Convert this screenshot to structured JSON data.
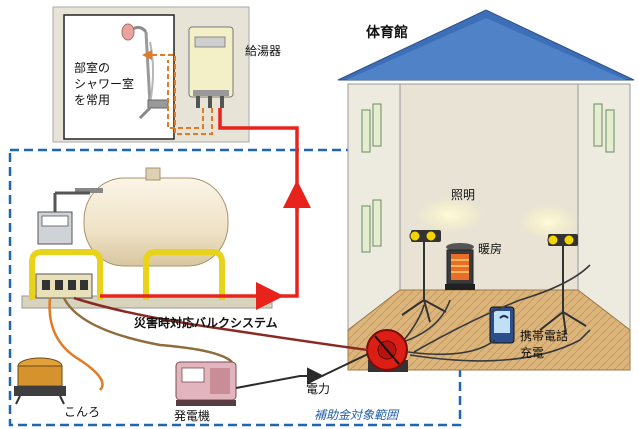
{
  "labels": {
    "gymnasium": "体育館",
    "water_heater": "給湯器",
    "room_line1": "部室の",
    "room_line2": "シャワー室",
    "room_line3": "を常用",
    "lighting": "照明",
    "heating": "暖房",
    "phone_line1": "携帯電話",
    "phone_line2": "充電",
    "system": "災害時対応バルクシステム",
    "power": "電力",
    "stove": "こんろ",
    "generator": "発電機",
    "subsidy_scope": "補助金対象範囲"
  },
  "colors": {
    "gas_line": "#e8231c",
    "hot_water_line": "#e07b26",
    "subsidy_border": "#1f66b3",
    "roof": "#3d6fb8",
    "tank": "#f1e6cf",
    "rail": "#e8d21a",
    "wall": "#e6e2d4",
    "floor": "#d8b077"
  }
}
